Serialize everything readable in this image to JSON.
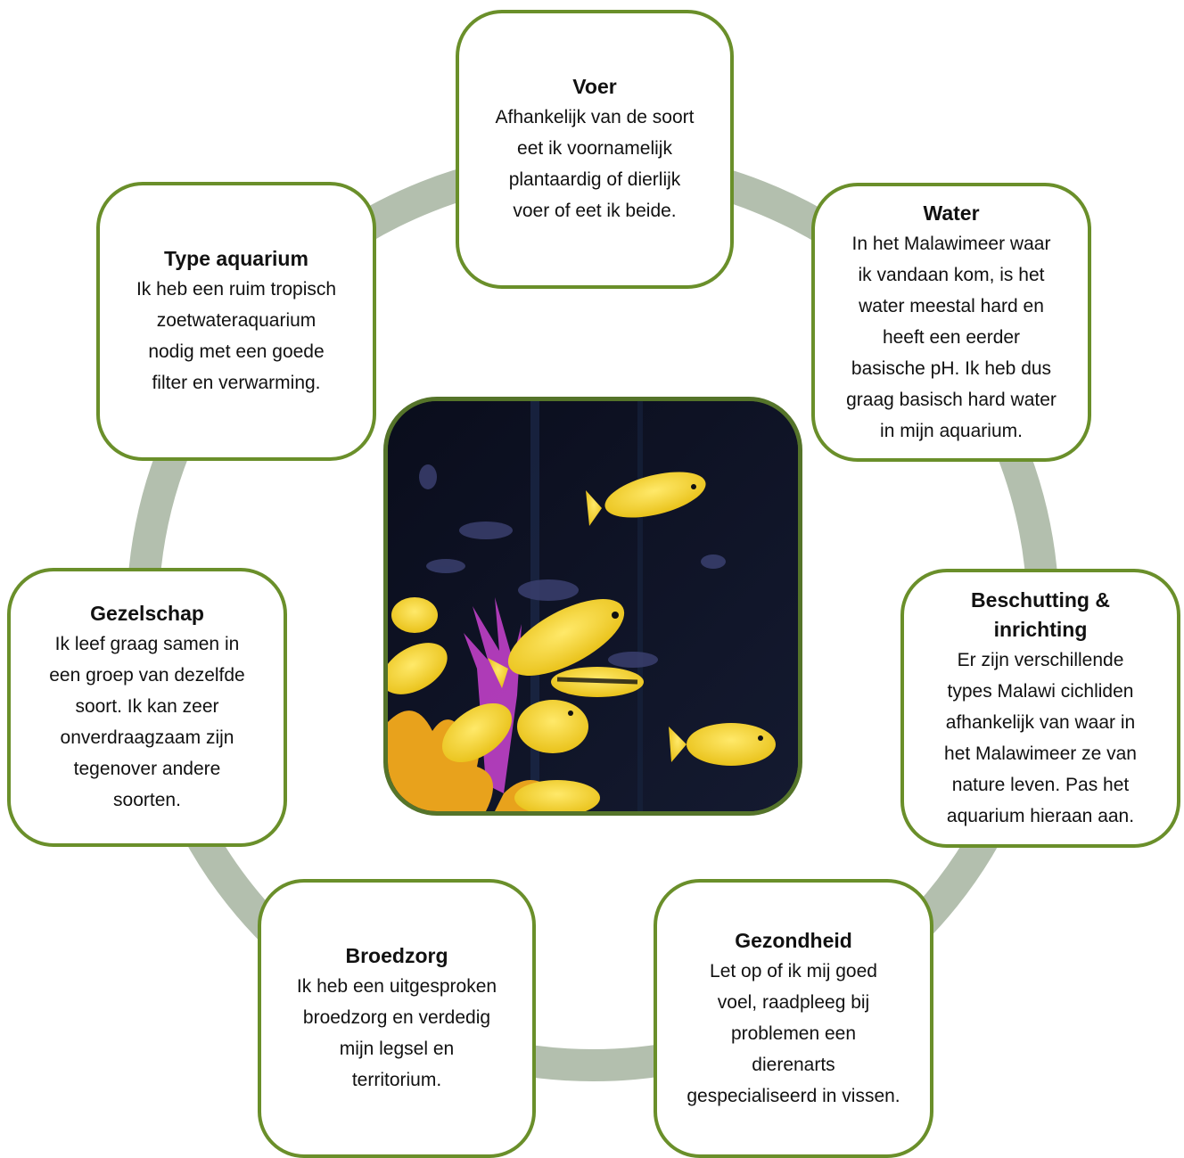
{
  "colors": {
    "ring": "#b3bfae",
    "border": "#6a8f2a",
    "photo_border": "#55742a"
  },
  "cards": [
    {
      "id": "voer",
      "title": "Voer",
      "body": "Afhankelijk van de soort\neet ik voornamelijk\nplantaardig of dierlijk\nvoer of eet ik beide."
    },
    {
      "id": "water",
      "title": "Water",
      "body": "In het Malawimeer waar\nik vandaan kom, is het\nwater meestal hard en\nheeft een eerder\nbasische pH. Ik heb dus\ngraag basisch hard water\nin mijn aquarium."
    },
    {
      "id": "beschutting",
      "title": "Beschutting &\ninrichting",
      "body": "Er zijn verschillende\ntypes Malawi cichliden\nafhankelijk van waar in\nhet Malawimeer ze van\nnature leven. Pas het\naquarium hieraan aan."
    },
    {
      "id": "gezondheid",
      "title": "Gezondheid",
      "body": "Let op of ik mij goed\nvoel, raadpleeg bij\nproblemen een\ndierenarts\ngespecialiseerd in vissen."
    },
    {
      "id": "broedzorg",
      "title": "Broedzorg",
      "body": "Ik heb een uitgesproken\nbroedzorg en verdedig\nmijn legsel en\nterritorium."
    },
    {
      "id": "gezelschap",
      "title": "Gezelschap",
      "body": "Ik leef graag samen in\neen groep van dezelfde\nsoort. Ik kan zeer\nonverdraagzaam zijn\ntegenover andere\nsoorten."
    },
    {
      "id": "type-aquarium",
      "title": "Type aquarium",
      "body": "Ik heb een ruim tropisch\nzoetwateraquarium\nnodig met een goede\nfilter en verwarming."
    }
  ],
  "photo": {
    "subject": "yellow Malawi cichlids in aquarium"
  }
}
